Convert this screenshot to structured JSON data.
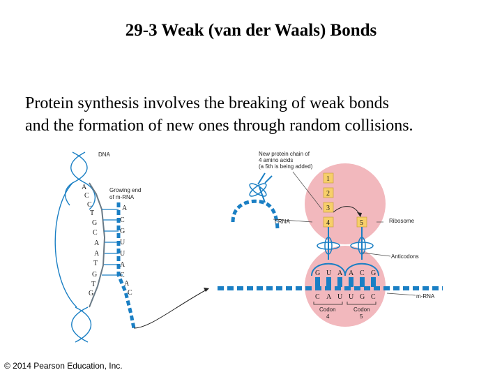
{
  "title": "29-3 Weak (van der Waals) Bonds",
  "body_lines": [
    "Protein synthesis involves the breaking of weak bonds",
    "and the formation of new ones through random collisions."
  ],
  "copyright": "© 2014 Pearson Education, Inc.",
  "diagram": {
    "labels": {
      "dna": "DNA",
      "growing_end_1": "Growing end",
      "growing_end_2": "of m-RNA",
      "new_chain_1": "New protein chain of",
      "new_chain_2": "4 amino acids",
      "new_chain_3": "(a 5th is being added)",
      "trna": "t-RNA",
      "ribosome": "Ribosome",
      "anticodons": "Anticodons",
      "mrna": "m-RNA",
      "codon4_1": "Codon",
      "codon4_2": "4",
      "codon5_1": "Codon",
      "codon5_2": "5"
    },
    "dna_left_bases": [
      "A",
      "C",
      "C",
      "T",
      "G",
      "C",
      "A",
      "A",
      "T",
      "G",
      "T",
      "G"
    ],
    "dna_right_bases": [
      "A",
      "C",
      "G",
      "U",
      "U",
      "A",
      "C",
      "A",
      "C"
    ],
    "amino_acids": [
      "1",
      "2",
      "3",
      "4",
      "5"
    ],
    "anticodon_bases": [
      "G",
      "U",
      "A",
      "A",
      "C",
      "G"
    ],
    "codon_bases": [
      "C",
      "A",
      "U",
      "U",
      "G",
      "C"
    ],
    "colors": {
      "strand": "#1a7fc4",
      "ribosome": "#f2b8bd",
      "amino": "#f7cf6a"
    }
  }
}
